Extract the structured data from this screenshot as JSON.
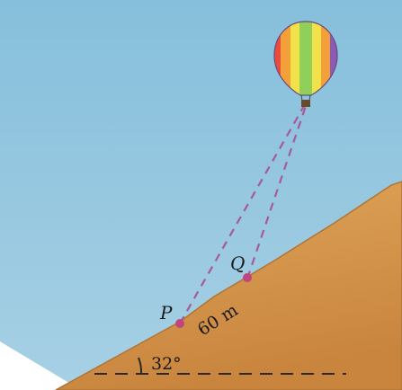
{
  "labels": {
    "point_p": "P",
    "point_q": "Q",
    "distance": "60 m",
    "angle": "32°"
  },
  "colors": {
    "sky": "#8fc3dd",
    "hill": "#d79a4e",
    "hill_edge": "#a86a2c",
    "sight_line": "#a65a9c",
    "point_marker": "#c2447e",
    "ground_line": "#2a2a2a"
  },
  "icons": {
    "balloon": "hot-air-balloon-icon"
  }
}
